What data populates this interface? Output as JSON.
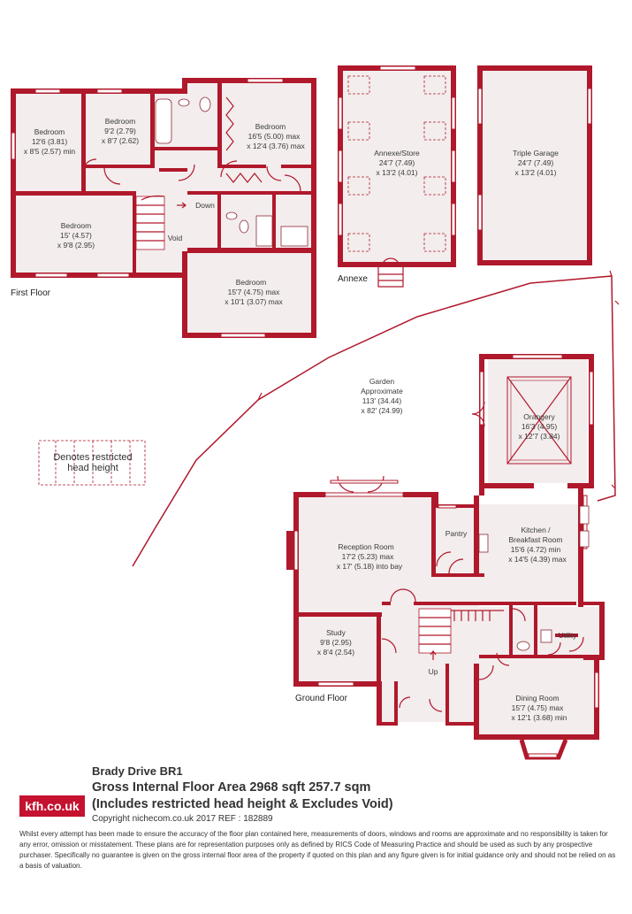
{
  "floor_labels": {
    "first": "First Floor",
    "annexe": "Annexe",
    "ground": "Ground Floor"
  },
  "rooms": {
    "first_bed1": {
      "name": "Bedroom",
      "l1": "12'6 (3.81)",
      "l2": "x 8'5 (2.57) min"
    },
    "first_bed2": {
      "name": "Bedroom",
      "l1": "9'2 (2.79)",
      "l2": "x 8'7 (2.62)"
    },
    "first_bed3": {
      "name": "Bedroom",
      "l1": "16'5 (5.00) max",
      "l2": "x 12'4 (3.76) max"
    },
    "first_bed4": {
      "name": "Bedroom",
      "l1": "15' (4.57)",
      "l2": "x 9'8 (2.95)"
    },
    "first_bed5": {
      "name": "Bedroom",
      "l1": "15'7 (4.75) max",
      "l2": "x 10'1 (3.07) max"
    },
    "annexe_store": {
      "name": "Annexe/Store",
      "l1": "24'7 (7.49)",
      "l2": "x 13'2 (4.01)"
    },
    "garage": {
      "name": "Triple Garage",
      "l1": "24'7 (7.49)",
      "l2": "x 13'2 (4.01)"
    },
    "garden": {
      "name": "Garden",
      "l0": "Approximate",
      "l1": "113' (34.44)",
      "l2": "x 82' (24.99)"
    },
    "orangery": {
      "name": "Orangery",
      "l1": "16'3 (4.95)",
      "l2": "x 12'7 (3.84)"
    },
    "kitchen": {
      "name": "Kitchen /",
      "l0": "Breakfast Room",
      "l1": "15'6 (4.72) min",
      "l2": "x 14'5 (4.39) max"
    },
    "reception": {
      "name": "Reception Room",
      "l1": "17'2 (5.23) max",
      "l2": "x 17' (5.18) into bay"
    },
    "study": {
      "name": "Study",
      "l1": "9'8 (2.95)",
      "l2": "x 8'4 (2.54)"
    },
    "dining": {
      "name": "Dining Room",
      "l1": "15'7 (4.75) max",
      "l2": "x 12'1 (3.68) min"
    }
  },
  "labels": {
    "down": "Down",
    "void": "Void",
    "pantry": "Pantry",
    "utility": "Utility",
    "up": "Up"
  },
  "legend": {
    "line1": "Denotes restricted",
    "line2": "head height"
  },
  "footer": {
    "address": "Brady Drive  BR1",
    "area": "Gross Internal Floor Area 2968 sqft 257.7 sqm",
    "note": "(Includes restricted head height & Excludes Void)",
    "logo": "kfh.co.uk",
    "copyright": "Copyright nichecom.co.uk 2017 REF : 182889",
    "disclaimer": "Whilst every attempt has been made to ensure the accuracy of the floor plan contained here, measurements of doors, windows and rooms are approximate and no responsibility is taken for any error, omission or misstatement.  These plans are for representation purposes only as defined by RICS Code of Measuring Practice and should be used as such by any prospective purchaser.  Specifically no guarantee is given on the gross internal floor area of the property if quoted on this plan and any figure given is for initial guidance only and should not be relied on as a basis of valuation."
  },
  "colors": {
    "wall": "#b0182b",
    "brand": "#c4122f"
  }
}
